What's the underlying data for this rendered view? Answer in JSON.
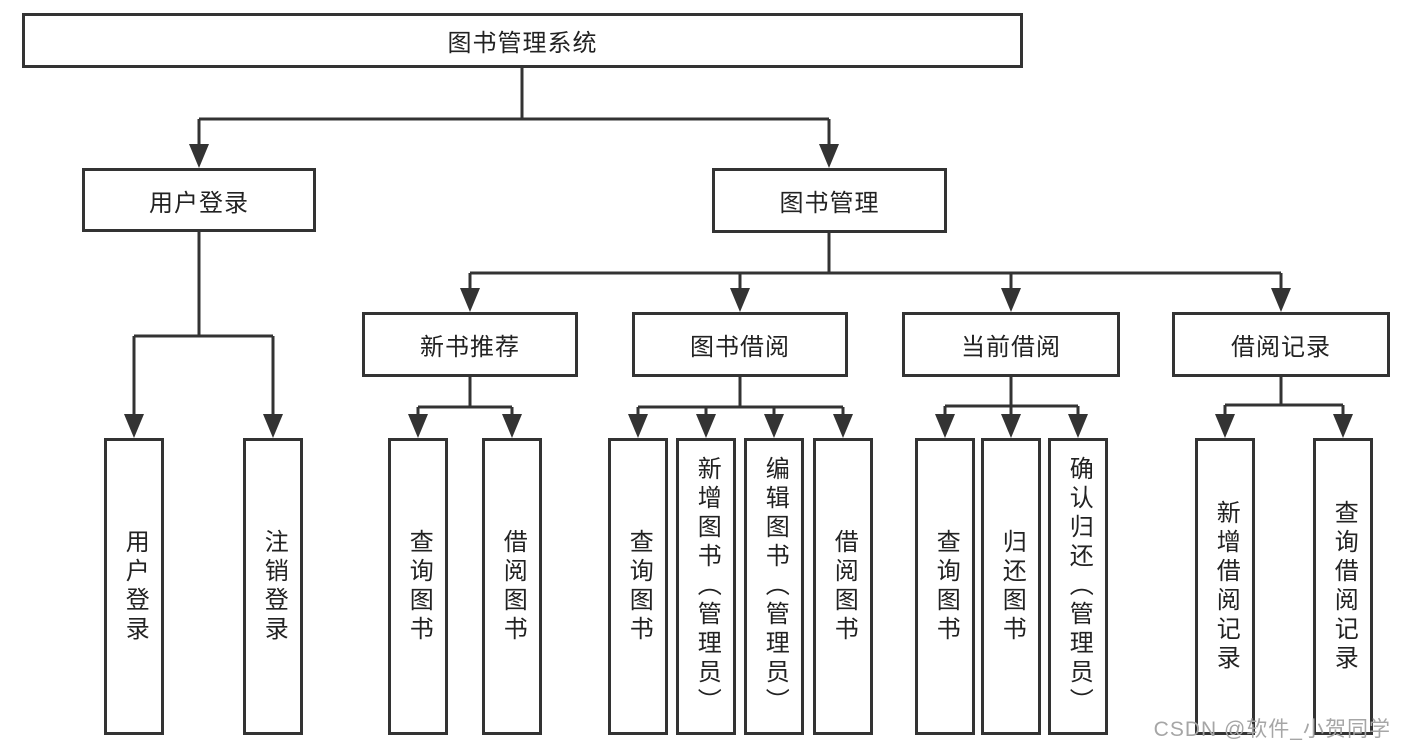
{
  "tree": {
    "root": "图书管理系统",
    "branches": [
      {
        "label": "用户登录",
        "children": [
          "用户登录",
          "注销登录"
        ]
      },
      {
        "label": "图书管理",
        "children": [
          {
            "label": "新书推荐",
            "children": [
              "查询图书",
              "借阅图书"
            ]
          },
          {
            "label": "图书借阅",
            "children": [
              "查询图书",
              "新增图书（管理员）",
              "编辑图书（管理员）",
              "借阅图书"
            ]
          },
          {
            "label": "当前借阅",
            "children": [
              "查询图书",
              "归还图书",
              "确认归还（管理员）"
            ]
          },
          {
            "label": "借阅记录",
            "children": [
              "新增借阅记录",
              "查询借阅记录"
            ]
          }
        ]
      }
    ]
  },
  "watermark": "CSDN @软件_小贺同学",
  "colors": {
    "line": "#333333",
    "box_border": "#333333",
    "text": "#222222",
    "background": "#ffffff",
    "watermark": "#a6a6a6"
  }
}
